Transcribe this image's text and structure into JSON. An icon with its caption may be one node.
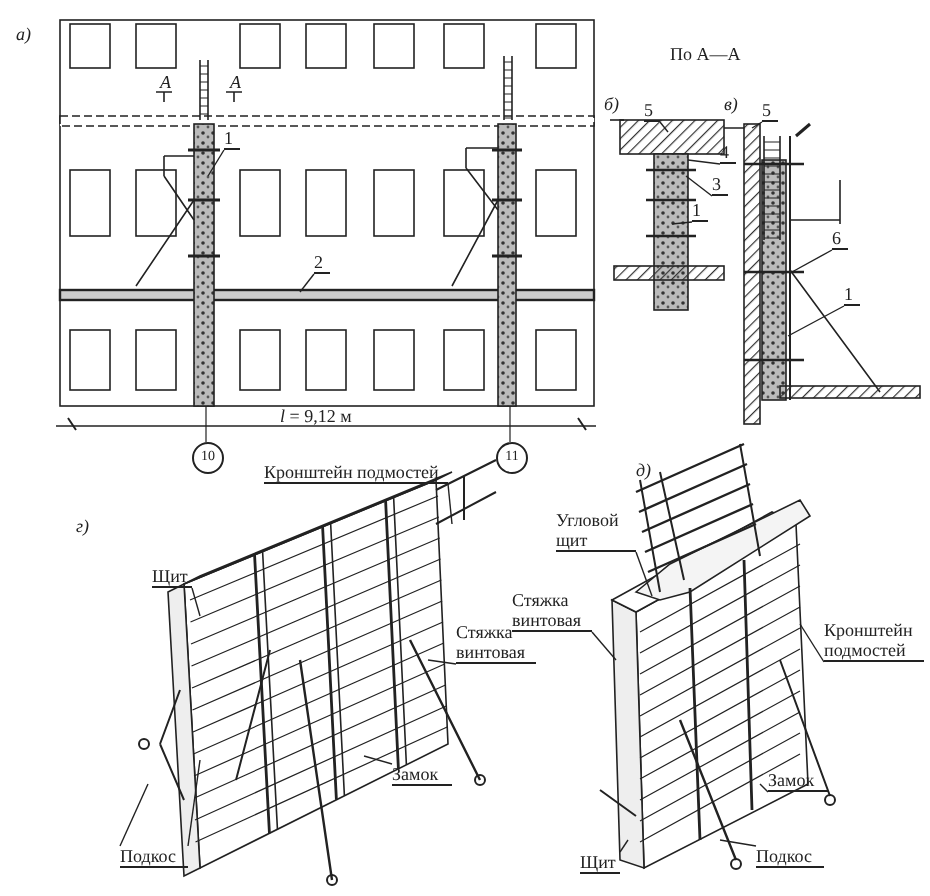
{
  "diagram": {
    "nodes": [
      {
        "text": [
          "1"
        ]
      },
      {
        "text": [
          "2"
        ]
      },
      {
        "text": [
          "5"
        ]
      },
      {
        "text": [
          "4"
        ]
      },
      {
        "text": [
          "3"
        ]
      },
      {
        "text": [
          "1"
        ]
      },
      {
        "text": [
          "5"
        ]
      },
      {
        "text": [
          "6"
        ]
      },
      {
        "text": [
          "1"
        ]
      },
      {
        "text": [
          "Кронштейн подмостей"
        ]
      },
      {
        "text": [
          "Щит"
        ]
      },
      {
        "text": [
          "Стяжка винтовая"
        ]
      },
      {
        "text": [
          "Замок"
        ]
      },
      {
        "text": [
          "Подкос"
        ]
      },
      {
        "text": [
          "Угловой щит"
        ]
      },
      {
        "text": [
          "Стяжка винтовая"
        ]
      },
      {
        "text": [
          "Кронштейн подмостей"
        ]
      },
      {
        "text": [
          "Замок"
        ]
      },
      {
        "text": [
          "Щит"
        ]
      },
      {
        "text": [
          "Подкос"
        ]
      },
      {
        "text": [
          "10"
        ]
      },
      {
        "text": [
          "11"
        ]
      }
    ],
    "edges": [
      {
        "from": 0,
        "to": null,
        "arrow": "none"
      },
      {
        "from": 1,
        "to": null,
        "arrow": "none"
      },
      {
        "from": 2,
        "to": null,
        "arrow": "none"
      },
      {
        "from": 3,
        "to": null,
        "arrow": "none"
      },
      {
        "from": 4,
        "to": null,
        "arrow": "none"
      },
      {
        "from": 5,
        "to": null,
        "arrow": "none"
      },
      {
        "from": 6,
        "to": null,
        "arrow": "none"
      },
      {
        "from": 7,
        "to": null,
        "arrow": "none"
      },
      {
        "from": 8,
        "to": null,
        "arrow": "none"
      },
      {
        "from": 9,
        "to": null,
        "arrow": "none"
      },
      {
        "from": 10,
        "to": null,
        "arrow": "none"
      },
      {
        "from": 11,
        "to": null,
        "arrow": "none"
      },
      {
        "from": 12,
        "to": null,
        "arrow": "none"
      },
      {
        "from": 13,
        "to": null,
        "arrow": "none"
      },
      {
        "from": 13,
        "to": null,
        "arrow": "none"
      },
      {
        "from": 14,
        "to": null,
        "arrow": "none"
      },
      {
        "from": 15,
        "to": null,
        "arrow": "none"
      },
      {
        "from": 16,
        "to": null,
        "arrow": "none"
      },
      {
        "from": 17,
        "to": null,
        "arrow": "none"
      },
      {
        "from": 18,
        "to": null,
        "arrow": "none"
      },
      {
        "from": 19,
        "to": null,
        "arrow": "none"
      }
    ],
    "labels": [
      "а)",
      "По А—А",
      "А",
      "А",
      "б)",
      "в)",
      "*l* = 9,12 м",
      "г)",
      "д)"
    ]
  }
}
